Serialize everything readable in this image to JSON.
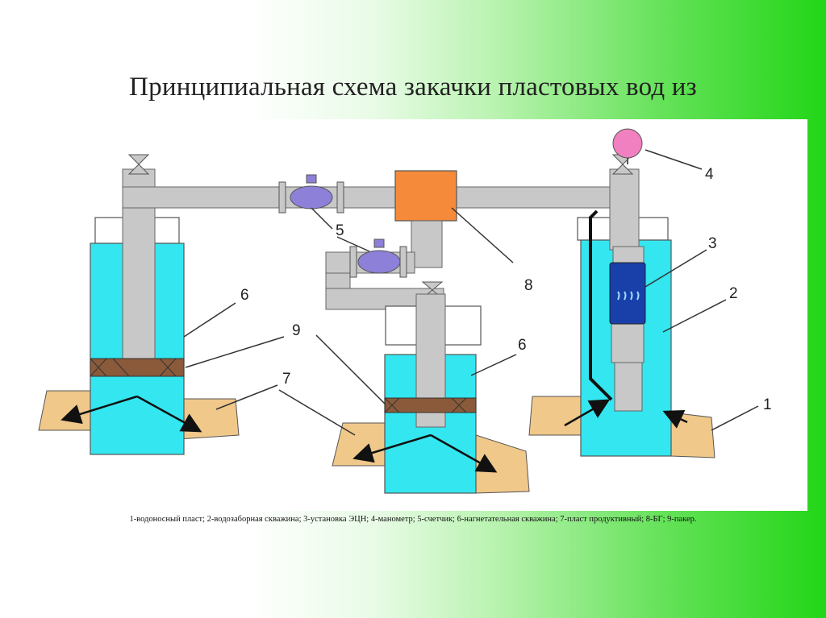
{
  "title": "Принципиальная схема закачки пластовых вод из",
  "legend": "1-водоносный пласт; 2-водозаборная скважина; 3-установка ЭЦН; 4-манометр; 5-счетчик; 6-нагнетательная скважина; 7-пласт продуктивный; 8-БГ; 9-пакер.",
  "labels": {
    "n1": "1",
    "n2": "2",
    "n3": "3",
    "n4": "4",
    "n5": "5",
    "n6_left": "6",
    "n6_mid": "6",
    "n7": "7",
    "n8": "8",
    "n9": "9"
  },
  "colors": {
    "water": "#33e6f0",
    "pipe": "#c8c8c8",
    "stratum": "#f0c88a",
    "packer": "#8a5a3a",
    "manifold_block": "#f58a3a",
    "meter": "#8c80d8",
    "gauge": "#f080c0",
    "pump": "#1840a8"
  }
}
